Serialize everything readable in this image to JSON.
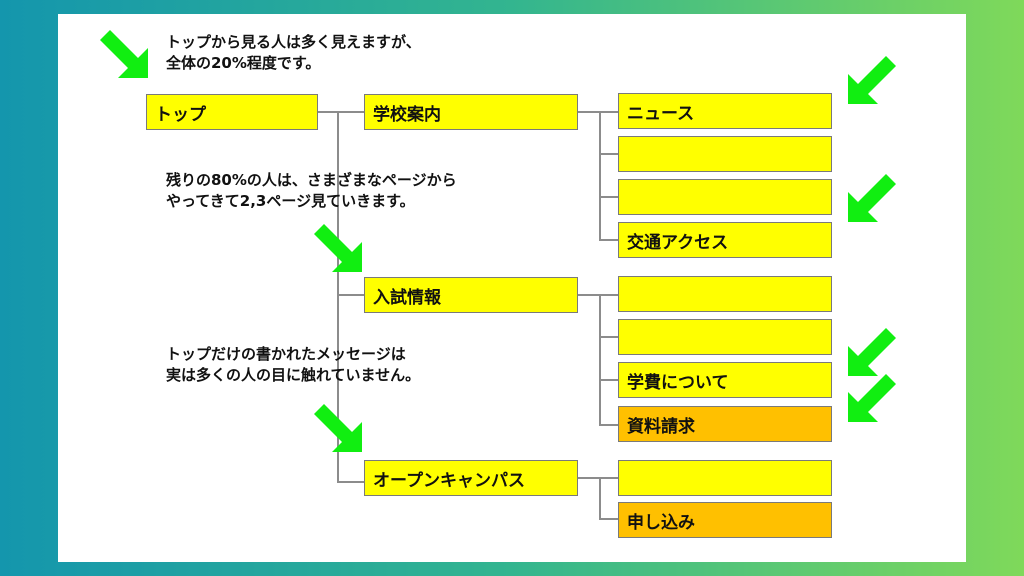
{
  "notes": {
    "top": [
      "トップから見る人は多く見えますが、",
      "全体の20%程度です。"
    ],
    "middle": [
      "残りの80%の人は、さまざまなページから",
      "やってきて2,3ページ見ていきます。"
    ],
    "bottom": [
      "トップだけの書かれたメッセージは",
      "実は多くの人の目に触れていません。"
    ]
  },
  "nodes": {
    "top": "トップ",
    "school": "学校案内",
    "admission": "入試情報",
    "opencampus": "オープンキャンパス",
    "news": "ニュース",
    "school_blank1": "",
    "school_blank2": "",
    "access": "交通アクセス",
    "admission_blank1": "",
    "admission_blank2": "",
    "fees": "学費について",
    "request": "資料請求",
    "oc_blank": "",
    "apply": "申し込み"
  },
  "colors": {
    "box": "#ffff00",
    "highlight_box": "#ffc000",
    "arrow": "#11ee11",
    "connector": "#8c8c8c"
  }
}
